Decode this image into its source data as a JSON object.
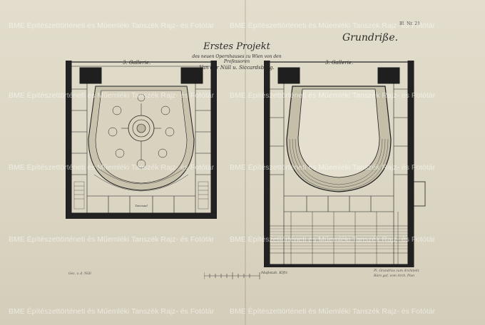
{
  "header": {
    "title_line1": "Erstes Projekt",
    "title_line2": "des neuen Opernhauses zu Wien von den Professoren",
    "title_line3": "Van der Nüll u. Siccardsburg.",
    "grundrisse": "Grundriße.",
    "sheet_number": "Bl. Nr. 21"
  },
  "plans": {
    "left_label": "3. Gallerie.",
    "right_label": "3. Gallerie.",
    "left_room_label": "Tanzsaal"
  },
  "captions": {
    "left_bottom": "Gez. v. d. Nüll",
    "right_bottom_1": "Pl. Grundriss zum Architekt",
    "right_bottom_2": "Büro gef. vom Arch. Plan",
    "scale_label": "Maßstab. Klftr."
  },
  "watermark": {
    "text": "BME Építészettörténeti és Műemléki Tanszék Rajz- és Fotótár"
  }
}
